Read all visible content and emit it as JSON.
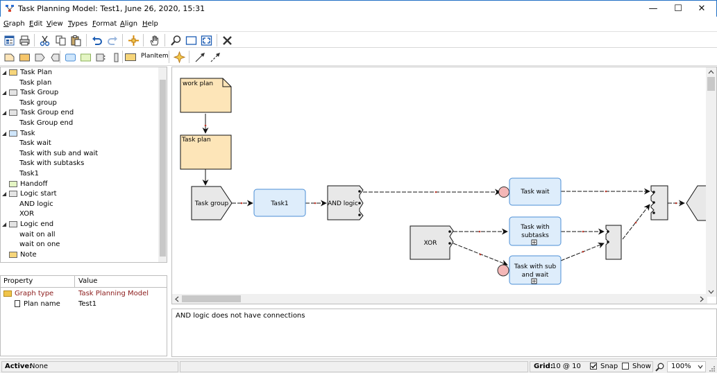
{
  "window": {
    "title": "Task Planning Model: Test1, June 26, 2020, 15:31",
    "controls": {
      "minimize": "—",
      "maximize": "☐",
      "close": "✕"
    }
  },
  "menu": [
    {
      "label": "Graph",
      "mnemonic": "G"
    },
    {
      "label": "Edit",
      "mnemonic": "E"
    },
    {
      "label": "View",
      "mnemonic": "V"
    },
    {
      "label": "Types",
      "mnemonic": "T"
    },
    {
      "label": "Format",
      "mnemonic": "F"
    },
    {
      "label": "Align",
      "mnemonic": "A"
    },
    {
      "label": "Help",
      "mnemonic": "H"
    }
  ],
  "toolbar1": [
    "properties-icon",
    "print-icon",
    "cut-icon",
    "copy-icon",
    "paste-icon",
    "undo-icon",
    "redo-icon",
    "add-node-icon",
    "pan-hand-icon",
    "zoom-icon",
    "fit-page-icon",
    "zoom-selection-icon",
    "delete-icon"
  ],
  "toolbar2": {
    "shapes": [
      "note-shape",
      "task-plan-shape",
      "task-group-shape",
      "task-group-end-shape",
      "task-shape",
      "handoff-shape",
      "logic-start-shape",
      "logic-end-shape"
    ],
    "planitem_label": "PlanItem",
    "tools": [
      "star-tool-icon",
      "arrow-connector-icon",
      "dashed-connector-icon"
    ]
  },
  "tree": [
    {
      "label": "Task Plan",
      "category": true,
      "swatch": "#f6d57a"
    },
    {
      "label": "Task plan"
    },
    {
      "label": "Task Group",
      "category": true,
      "swatch": "#e4e4e4"
    },
    {
      "label": "Task group"
    },
    {
      "label": "Task Group end",
      "category": true,
      "swatch": "#e4e4e4"
    },
    {
      "label": "Task Group end"
    },
    {
      "label": "Task",
      "category": true,
      "swatch": "#cfe6fb"
    },
    {
      "label": "Task wait"
    },
    {
      "label": "Task with sub and wait"
    },
    {
      "label": "Task with subtasks"
    },
    {
      "label": "Task1"
    },
    {
      "label": "Handoff",
      "category": true,
      "swatch": "#e4f5c3",
      "no_caret": true
    },
    {
      "label": "Logic start",
      "category": true,
      "swatch": "#e4e4e4"
    },
    {
      "label": "AND logic"
    },
    {
      "label": "XOR"
    },
    {
      "label": "Logic end",
      "category": true,
      "swatch": "#e4e4e4"
    },
    {
      "label": "wait on all"
    },
    {
      "label": "wait on one"
    },
    {
      "label": "Note",
      "category": true,
      "swatch": "#f6d57a",
      "no_caret": true
    }
  ],
  "properties": {
    "headers": {
      "property": "Property",
      "value": "Value"
    },
    "rows": [
      {
        "property": "Graph type",
        "value": "Task Planning Model",
        "folder": true,
        "color": "#8b1a1a"
      },
      {
        "property": "Plan name",
        "value": "Test1",
        "folder": false,
        "color": "#000"
      }
    ]
  },
  "diagram": {
    "nodes": {
      "work_plan": "work plan",
      "task_plan": "Task plan",
      "task_group": "Task group",
      "task1": "Task1",
      "and_logic": "AND logic",
      "xor": "XOR",
      "task_wait": "Task wait",
      "task_with_subtasks": [
        "Task with",
        "subtasks"
      ],
      "task_with_sub_and_wait": [
        "Task with sub",
        "and wait"
      ],
      "expand_symbol": "+"
    },
    "colors": {
      "note": "#fde5b8",
      "plan": "#fde5b8",
      "task": "#deedfb",
      "task_border": "#4b8ed6",
      "logic": "#e8e8e8",
      "wait": "#f4b7b7",
      "edge_dot": "#c0392b"
    }
  },
  "console": {
    "message": "AND logic does not have connections"
  },
  "status": {
    "active_label": "Active:",
    "active_value": "None",
    "grid_label": "Grid:",
    "grid_value": "10 @ 10",
    "snap_label": "Snap",
    "snap_checked": true,
    "show_label": "Show",
    "show_checked": false,
    "zoom": "100%"
  }
}
